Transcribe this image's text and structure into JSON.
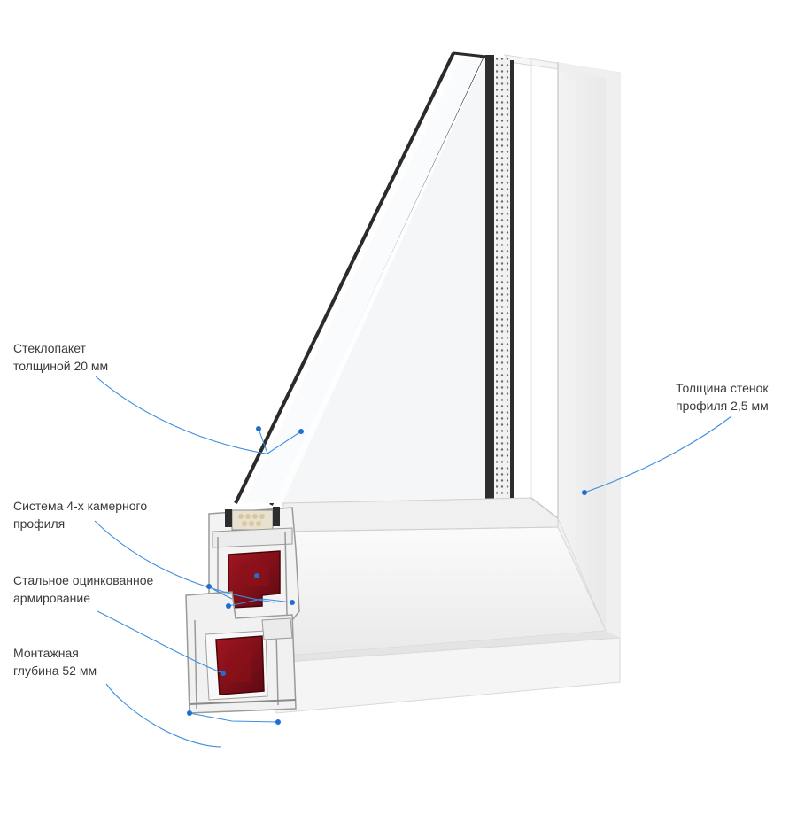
{
  "callouts": {
    "glass_unit": {
      "line1": "Стеклопакет",
      "line2": "толщиной 20 мм"
    },
    "wall_thickness": {
      "line1": "Толщина стенок",
      "line2": "профиля 2,5 мм"
    },
    "chambers": {
      "line1": "Система 4-х камерного",
      "line2": "профиля"
    },
    "reinforcement": {
      "line1": "Стальное оцинкованное",
      "line2": "армирование"
    },
    "mounting_depth": {
      "line1": "Монтажная",
      "line2": "глубина 52 мм"
    }
  },
  "colors": {
    "frame": "#f4f4f4",
    "frame_shadow": "#e2e2e2",
    "glass": "#f7f8f9",
    "glass_edge": "#2b2b2b",
    "steel": "#7d0d16",
    "leader": "#3d8fe0",
    "dot": "#1f6fd1"
  }
}
